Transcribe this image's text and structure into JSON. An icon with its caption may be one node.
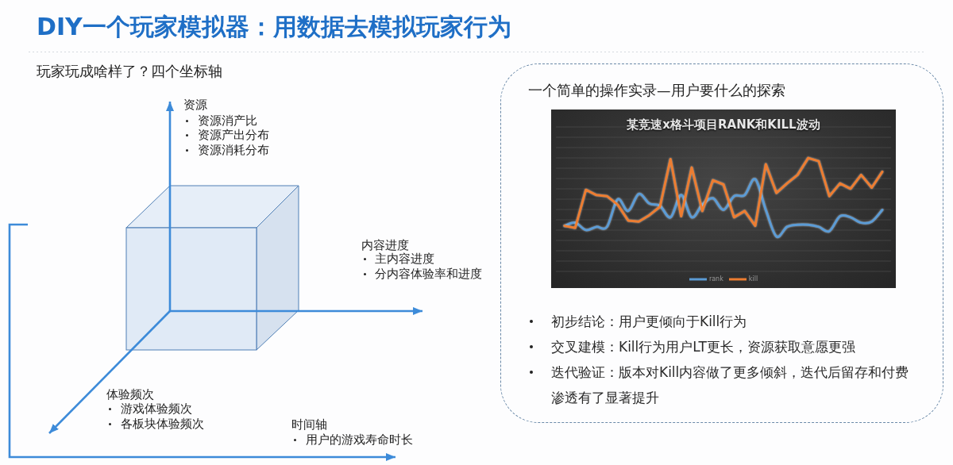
{
  "diagram": {
    "title": "DIY一个玩家模拟器：用数据去模拟玩家行为",
    "nodes": [
      {
        "text": [
          "一个简单的操作实录—用户要什么的探索",
          "初步结论：用户更倾向于Kill行为",
          "交叉建模：Kill行为用户LT更长，资源获取意愿更强",
          "迭代验证：版本对Kill内容做了更多倾斜，迭代后留存和付费渗透有了显著提升"
        ]
      },
      {
        "text": [
          "某竞速x格斗项目RANK和KILL波动"
        ],
        "in": 0
      }
    ],
    "labels": [
      "玩家玩成啥样了？四个坐标轴",
      "资源",
      "资源消产比",
      "资源产出分布",
      "资源消耗分布",
      "内容进度",
      "主内容进度",
      "分内容体验率和进度",
      "体验频次",
      "游戏体验频次",
      "各板块体验频次",
      "时间轴",
      "用户的游戏寿命时长"
    ],
    "legend": [
      {
        "text": "rank"
      },
      {
        "text": "kill"
      }
    ]
  }
}
